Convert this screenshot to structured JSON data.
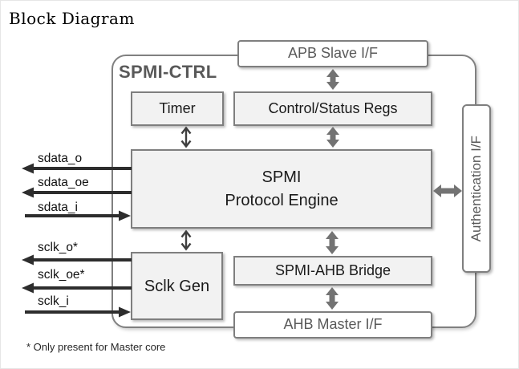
{
  "page_title": "Block Diagram",
  "diagram": {
    "container_label": "SPMI-CTRL",
    "blocks": {
      "apb_slave": {
        "label": "APB Slave I/F"
      },
      "timer": {
        "label": "Timer"
      },
      "control_status_regs": {
        "label": "Control/Status Regs"
      },
      "spmi_protocol_engine": {
        "label_line1": "SPMI",
        "label_line2": "Protocol Engine"
      },
      "sclk_gen": {
        "label": "Sclk Gen"
      },
      "spmi_ahb_bridge": {
        "label": "SPMI-AHB Bridge"
      },
      "ahb_master": {
        "label": "AHB Master I/F"
      },
      "authentication": {
        "label": "Authentication I/F"
      }
    },
    "signals": [
      {
        "name": "sdata_o",
        "direction": "out"
      },
      {
        "name": "sdata_oe",
        "direction": "out"
      },
      {
        "name": "sdata_i",
        "direction": "in"
      },
      {
        "name": "sclk_o*",
        "direction": "out"
      },
      {
        "name": "sclk_oe*",
        "direction": "out"
      },
      {
        "name": "sclk_i",
        "direction": "in"
      }
    ],
    "footnote": "* Only present for Master core",
    "colors": {
      "box_border": "#7f7f7f",
      "box_fill_gray": "#f2f2f2",
      "box_fill_white": "#ffffff",
      "thick_arrow": "#737373",
      "thin_arrow": "#3f3f3f",
      "signal_line": "#2d2d2d",
      "container_label_text": "#595959",
      "interface_text": "#595959",
      "block_text": "#1a1a1a"
    }
  }
}
